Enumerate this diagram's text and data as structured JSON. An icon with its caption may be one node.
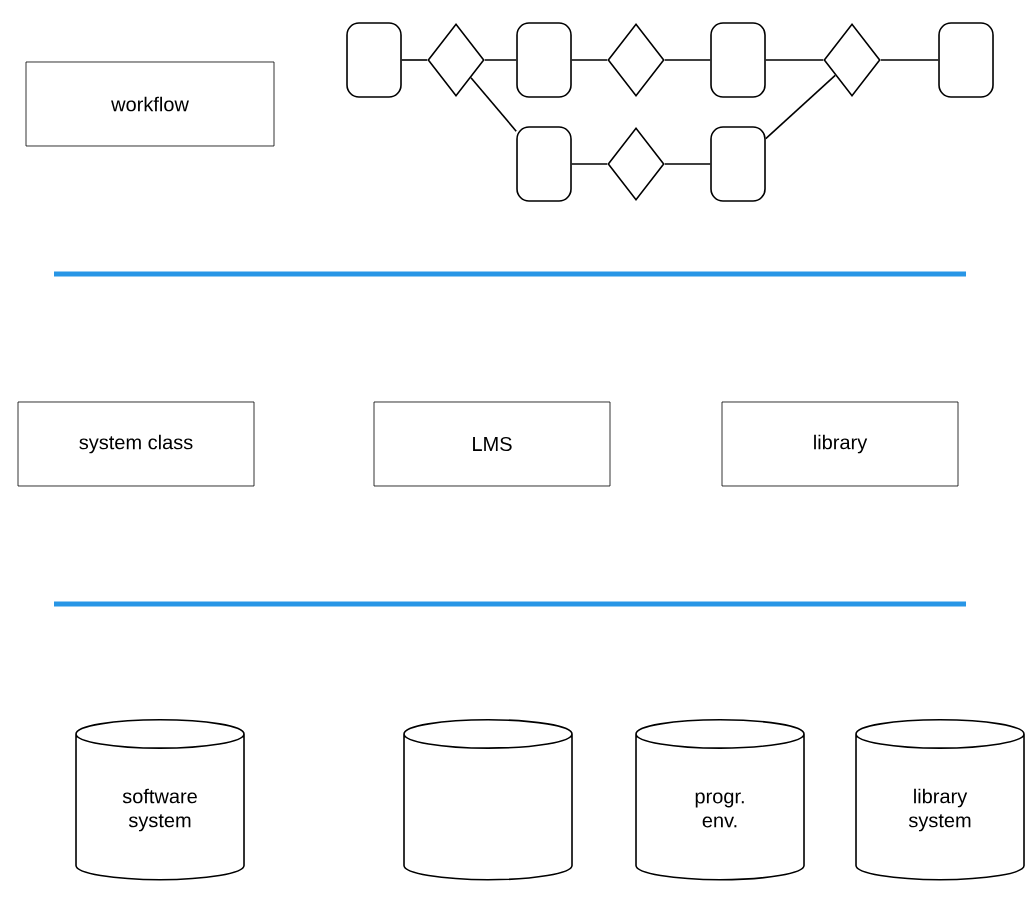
{
  "diagram": {
    "nodes": [
      {
        "text": [
          "workflow"
        ]
      },
      {
        "text": [],
        "shape": "box"
      },
      {
        "text": [],
        "shape": "diamond"
      },
      {
        "text": [],
        "shape": "box"
      },
      {
        "text": [],
        "shape": "diamond"
      },
      {
        "text": [],
        "shape": "box"
      },
      {
        "text": [],
        "shape": "diamond"
      },
      {
        "text": [],
        "shape": "box"
      },
      {
        "text": [],
        "shape": "box"
      },
      {
        "text": [],
        "shape": "diamond"
      },
      {
        "text": [],
        "shape": "box"
      },
      {
        "text": [
          "system class"
        ]
      },
      {
        "text": [
          "LMS"
        ]
      },
      {
        "text": [
          "library"
        ]
      },
      {
        "text": [
          "software system"
        ]
      },
      {
        "text": [],
        "shape": "cylinder"
      },
      {
        "text": [
          "progr. env."
        ]
      },
      {
        "text": [
          "library system"
        ]
      }
    ],
    "edges": [
      {
        "from": 1,
        "to": 2,
        "arrow": "none"
      },
      {
        "from": 2,
        "to": 3,
        "arrow": "none"
      },
      {
        "from": 3,
        "to": 4,
        "arrow": "none"
      },
      {
        "from": 4,
        "to": 5,
        "arrow": "none"
      },
      {
        "from": 5,
        "to": 6,
        "arrow": "none"
      },
      {
        "from": 6,
        "to": 7,
        "arrow": "none"
      },
      {
        "from": 2,
        "to": 8,
        "arrow": "none"
      },
      {
        "from": 8,
        "to": 9,
        "arrow": "none"
      },
      {
        "from": 9,
        "to": 10,
        "arrow": "none"
      },
      {
        "from": 10,
        "to": 6,
        "arrow": "none"
      }
    ]
  }
}
